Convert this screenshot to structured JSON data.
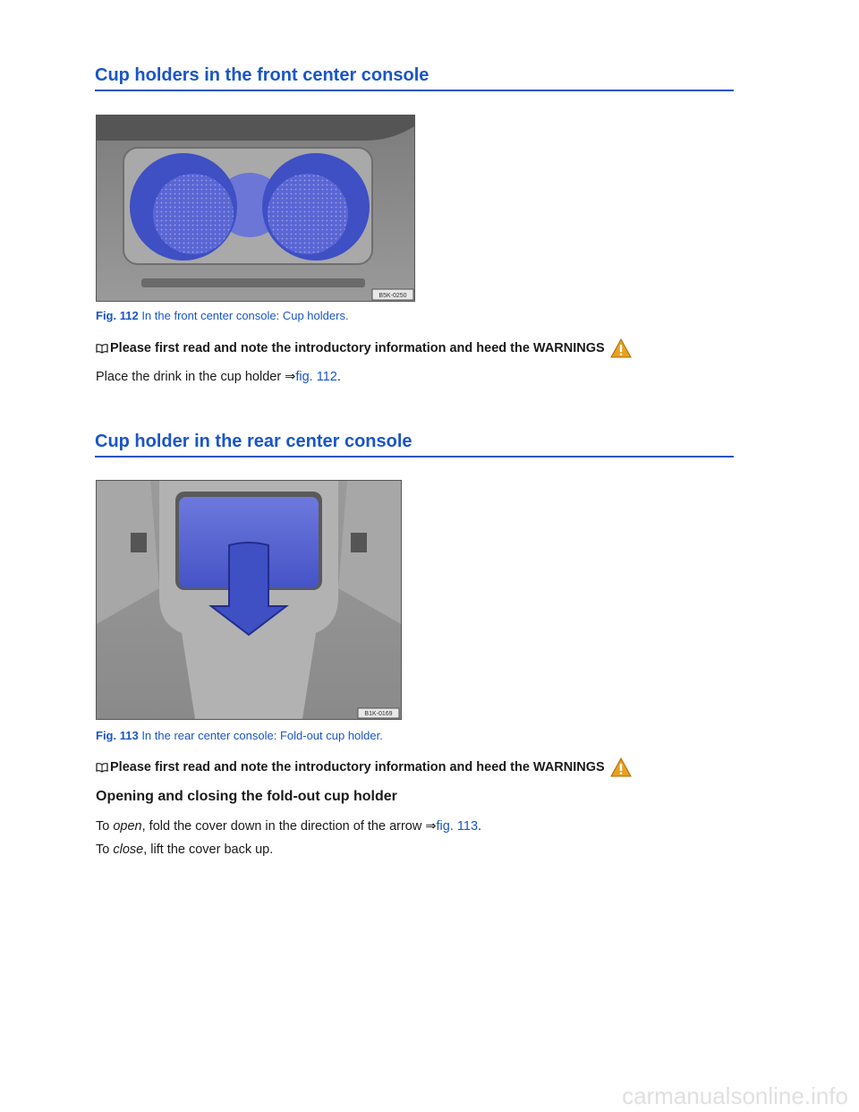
{
  "section1": {
    "title": "Cup holders in the front center console",
    "figure_code": "B5K-0250",
    "caption_num": "Fig. 112",
    "caption_text": " In the front center console: Cup holders.",
    "note": "Please first read and note the introductory information and heed the WARNINGS",
    "para_pre": "Place the drink in the cup holder ",
    "para_arrow": "⇒",
    "para_link": "fig. 112",
    "para_post": "."
  },
  "section2": {
    "title": "Cup holder in the rear center console",
    "figure_code": "B1K-0169",
    "caption_num": "Fig. 113",
    "caption_text": " In the rear center console: Fold-out cup holder.",
    "note": "Please first read and note the introductory information and heed the WARNINGS",
    "subheading": "Opening and closing the fold-out cup holder",
    "p1_pre": "To ",
    "p1_em": "open",
    "p1_mid": ", fold the cover down in the direction of the arrow ",
    "p1_arrow": "⇒",
    "p1_link": "fig. 113",
    "p1_post": ".",
    "p2_pre": "To ",
    "p2_em": "close",
    "p2_post": ", lift the cover back up."
  },
  "footer": {
    "watermark": "carmanualsonline.info"
  },
  "colors": {
    "accent": "#1a55c9",
    "highlight_blue": "#3f4fc4",
    "warning_orange": "#e8a020"
  }
}
